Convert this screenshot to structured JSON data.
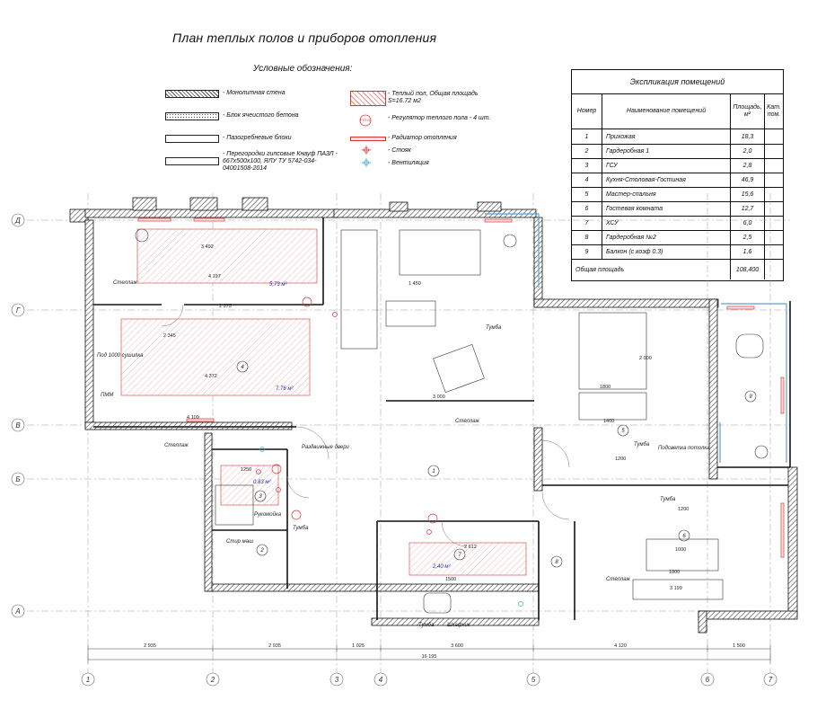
{
  "title": "План теплых полов и приборов отопления",
  "legend": {
    "heading": "Условные обозначения:",
    "items": [
      {
        "text": "- Монолитная стена",
        "swatch": "hatch"
      },
      {
        "text": "- Блок ячеистого бетона",
        "swatch": "dots"
      },
      {
        "text": "- Пазогребневые блоки",
        "swatch": "plain"
      },
      {
        "text": "- Перегородки гипсовые Кнауф ПАЗЛ - 667х500х100, ЯЛУ ТУ 5742-034-04001508-2014",
        "swatch": "plain"
      },
      {
        "text": "- Теплый пол, Общая площадь S=16.72 м2",
        "swatch": "floor"
      },
      {
        "text": "- Регулятор теплого пола - 4 шт.",
        "swatch": "regulator"
      },
      {
        "text": "- Радиатор отопления",
        "swatch": "radiator"
      },
      {
        "text": "- Стояк",
        "swatch": "riser"
      },
      {
        "text": "- Вентиляция",
        "swatch": "vent"
      }
    ],
    "regulator_label": "РТП 01"
  },
  "explication": {
    "caption": "Экспликация помещений",
    "headers": {
      "num": "Номер",
      "name": "Наименование помещений",
      "area": "Площадь, м²",
      "cat": "Кат. пом."
    },
    "rows": [
      {
        "num": "1",
        "name": "Прихожая",
        "area": "18,3"
      },
      {
        "num": "2",
        "name": "Гардеробная 1",
        "area": "2,0"
      },
      {
        "num": "3",
        "name": "ГСУ",
        "area": "2,8"
      },
      {
        "num": "4",
        "name": "Кухня-Столовая-Гостиная",
        "area": "46,9"
      },
      {
        "num": "5",
        "name": "Мастер-спальня",
        "area": "15,6"
      },
      {
        "num": "6",
        "name": "Гостевая комната",
        "area": "12,7"
      },
      {
        "num": "7",
        "name": "ХСУ",
        "area": "6,0"
      },
      {
        "num": "8",
        "name": "Гардеробная №2",
        "area": "2,5"
      },
      {
        "num": "9",
        "name": "Балкон (с коэф 0.3)",
        "area": "1,6"
      }
    ],
    "total_label": "Общая площадь",
    "total_value": "108,400"
  },
  "plan": {
    "axes_letters": [
      "Д",
      "Г",
      "В",
      "Б",
      "А"
    ],
    "axes_numbers": [
      "1",
      "2",
      "3",
      "4",
      "5",
      "6",
      "7"
    ],
    "bottom_dims": [
      "2 935",
      "2 935",
      "1 025",
      "3 600",
      "4 120",
      "1 500"
    ],
    "overall_dim": "16 195",
    "room_numbers": [
      "1",
      "2",
      "3",
      "4",
      "5",
      "6",
      "7",
      "8",
      "9"
    ],
    "floor_areas": [
      "5,73 м²",
      "7,76 м²",
      "0,83 м²",
      "2,40 м²"
    ],
    "labels": {
      "stellazh": "Стеллаж",
      "tumba": "Тумба",
      "shkafchik": "Шкафчик",
      "sliding_doors": "Раздвижные двери",
      "lighting": "Подсветка потолка",
      "rukomoyka": "Рукомойка",
      "stirmash": "Стир маш",
      "sushka": "Под 1000 сушилка",
      "pmm": "ПММ",
      "dim_1800": "1800",
      "dim_1400": "1400",
      "dim_3000": "3 000",
      "dim_2612": "2 612",
      "dim_4372": "4 372",
      "dim_4197": "4 197",
      "dim_2375": "2 375",
      "dim_2345": "2 345",
      "dim_1200": "1200",
      "dim_1000": "1000",
      "dim_1900": "1900",
      "dim_3199": "3 199",
      "dim_1500": "1500",
      "dim_1250": "1250",
      "dim_4109": "4 109",
      "dim_3492": "3 492",
      "dim_1450": "1 450",
      "dim_2000": "2 000"
    }
  },
  "colors": {
    "floor": "#e06a6a",
    "wall": "#1a1a1a",
    "window": "#5aa0d6",
    "area_text": "#1e2bb8",
    "riser": "#d33",
    "vent": "#3bb0c9"
  }
}
